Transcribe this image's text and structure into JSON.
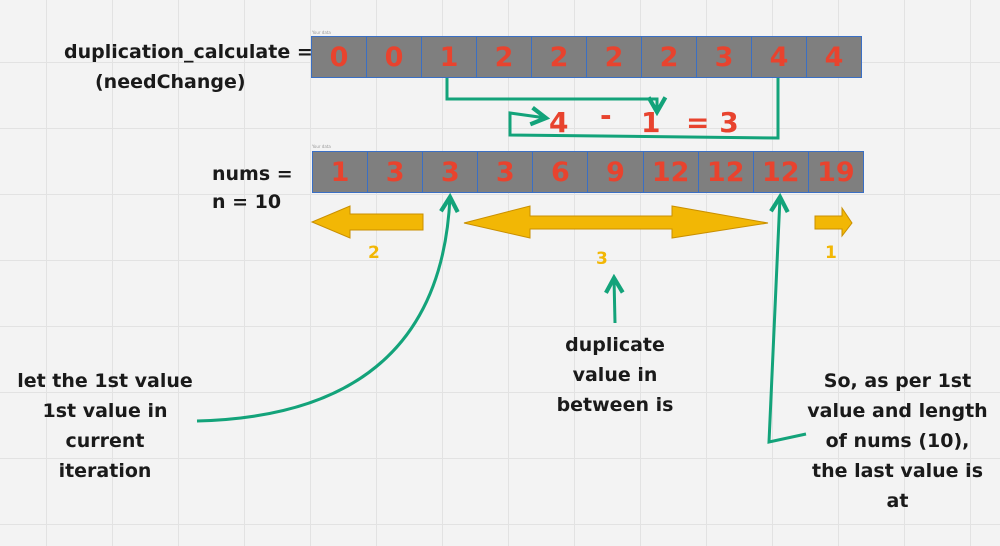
{
  "labels": {
    "dup_calc": "duplication_calculate  =",
    "need_change": "(needChange)",
    "nums_eq": "nums =",
    "n_eq": "n = 10"
  },
  "arrays": {
    "dup": [
      "0",
      "0",
      "1",
      "2",
      "2",
      "2",
      "2",
      "3",
      "4",
      "4"
    ],
    "nums": [
      "1",
      "3",
      "3",
      "3",
      "6",
      "9",
      "12",
      "12",
      "12",
      "19"
    ]
  },
  "frame_tags": {
    "top": "Your data",
    "bottom": "Your data"
  },
  "calculation": {
    "left": "4",
    "minus": "-",
    "right": "1",
    "result": "= 3"
  },
  "range_labels": {
    "left": "2",
    "middle": "3",
    "right": "1"
  },
  "annotations": {
    "duplicate": [
      "duplicate",
      "value in",
      "between is"
    ],
    "first_value": [
      "let the 1st value",
      "1st value in",
      "current",
      "iteration"
    ],
    "last_value": [
      "So, as per 1st",
      "value and length",
      "of nums (10),",
      "the last value is",
      "at"
    ]
  },
  "colors": {
    "cell_bg": "#7f7f7f",
    "cell_text": "#e8432e",
    "cell_border": "#3a6fc4",
    "connector": "#13a37a",
    "range_arrow": "#f2b705"
  }
}
